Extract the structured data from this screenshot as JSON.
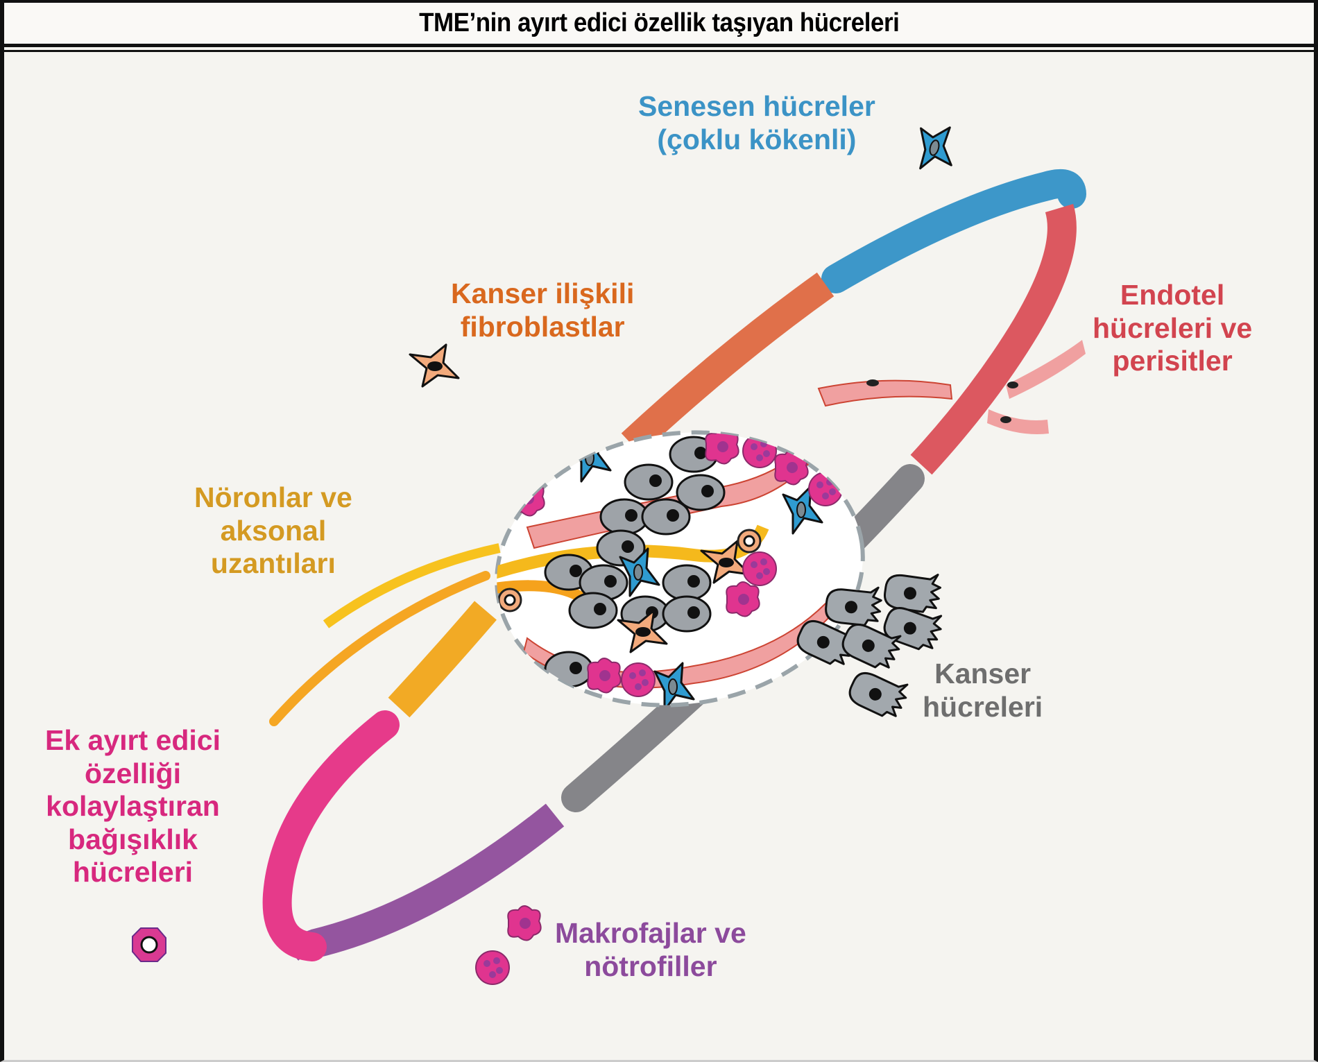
{
  "title": "TME’nin ayırt edici özellik taşıyan hücreleri",
  "labels": {
    "senescent": {
      "lines": [
        "Senesen hücreler",
        "(çoklu kökenli)"
      ],
      "color": "#3b93c6"
    },
    "caf": {
      "lines": [
        "Kanser ilişkili",
        "fibroblastlar"
      ],
      "color": "#d9681e"
    },
    "endothelial": {
      "lines": [
        "Endotel",
        "hücreleri ve",
        "perisitler"
      ],
      "color": "#d2444f"
    },
    "neurons": {
      "lines": [
        "Nöronlar ve",
        "aksonal",
        "uzantıları"
      ],
      "color": "#d49a22"
    },
    "immune": {
      "lines": [
        "Ek ayırt edici",
        "özelliği",
        "kolaylaştıran",
        "bağışıklık",
        "hücreleri"
      ],
      "color": "#d7287e"
    },
    "macrophages": {
      "lines": [
        "Makrofajlar ve",
        "nötrofiller"
      ],
      "color": "#8c4a9c"
    },
    "cancer": {
      "lines": [
        "Kanser",
        "hücreleri"
      ],
      "color": "#6e6e6e"
    }
  },
  "ring_segments": [
    {
      "name": "senescent",
      "color": "#3d97c9"
    },
    {
      "name": "endothelial",
      "color": "#dc5860"
    },
    {
      "name": "cancer",
      "color": "#858589"
    },
    {
      "name": "macrophages",
      "color": "#94559f"
    },
    {
      "name": "immune",
      "color": "#e63a8a"
    },
    {
      "name": "neurons",
      "color": "#f2aa25"
    },
    {
      "name": "caf",
      "color": "#e0704a"
    }
  ],
  "icons": {
    "senescent_cell": "star-cell-blue",
    "caf_cell": "star-cell-orange",
    "immune_cell": "octagon-cell-pink",
    "macrophage": "amoeboid-cell-pink",
    "neutrophil": "round-cell-pink",
    "cancer_cell": "gray-spiky-cell"
  }
}
